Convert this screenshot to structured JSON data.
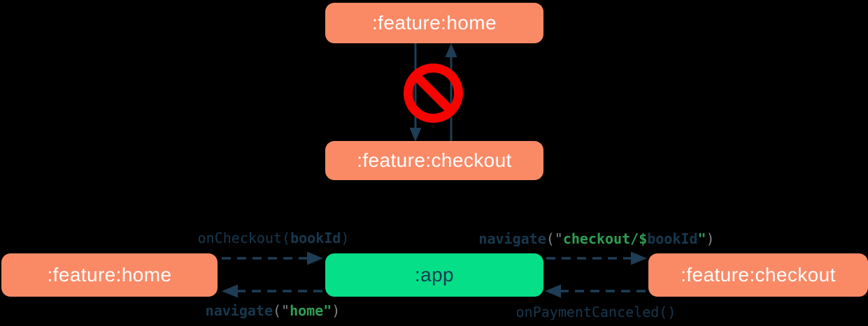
{
  "colors": {
    "background": "#000000",
    "feature_box": "#FA8A66",
    "app_box": "#05DF87",
    "box_text_light": "#FCFCFC",
    "navy": "#1E3E56",
    "code_navy": "#17384F",
    "code_green": "#2F9E53",
    "code_gray": "#7E8688",
    "forbidden_red": "#F80400"
  },
  "top_diagram": {
    "nodes": {
      "home": {
        "label": ":feature:home"
      },
      "checkout": {
        "label": ":feature:checkout"
      }
    },
    "edges": [
      {
        "from": ":feature:home",
        "to": ":feature:checkout",
        "style": "solid-arrow-down"
      },
      {
        "from": ":feature:checkout",
        "to": ":feature:home",
        "style": "solid-arrow-up"
      }
    ],
    "forbidden_icon": "no-entry-prohibition-sign"
  },
  "bottom_diagram": {
    "nodes": {
      "home": {
        "label": ":feature:home"
      },
      "app": {
        "label": ":app"
      },
      "checkout": {
        "label": ":feature:checkout"
      }
    },
    "edges": [
      {
        "from": ":feature:home",
        "to": ":app",
        "style": "dashed-arrow-right",
        "label": "onCheckout(bookId)"
      },
      {
        "from": ":app",
        "to": ":feature:home",
        "style": "dashed-arrow-left",
        "label": "navigate(\"home\")"
      },
      {
        "from": ":app",
        "to": ":feature:checkout",
        "style": "dashed-arrow-right",
        "label": "navigate(\"checkout/$bookId\")"
      },
      {
        "from": ":feature:checkout",
        "to": ":app",
        "style": "dashed-arrow-left",
        "label": "onPaymentCanceled()"
      }
    ],
    "edge_labels": {
      "on_checkout": {
        "text": "onCheckout(bookId)",
        "segments": [
          {
            "t": "onCheckout("
          },
          {
            "t": "bookId"
          },
          {
            "t": ")"
          }
        ]
      },
      "navigate_checkout": {
        "text": "navigate(\"checkout/$bookId\")",
        "segments": [
          {
            "t": "navigate"
          },
          {
            "t": "(\""
          },
          {
            "t": "checkout/$"
          },
          {
            "t": "bookId"
          },
          {
            "t": "\""
          },
          {
            "t": ")"
          }
        ]
      },
      "navigate_home": {
        "text": "navigate(\"home\")",
        "segments": [
          {
            "t": "navigate"
          },
          {
            "t": "(\""
          },
          {
            "t": "home"
          },
          {
            "t": "\""
          },
          {
            "t": ")"
          }
        ]
      },
      "on_payment_canceled": {
        "text": "onPaymentCanceled()",
        "segments": [
          {
            "t": "onPaymentCanceled()"
          }
        ]
      }
    }
  }
}
